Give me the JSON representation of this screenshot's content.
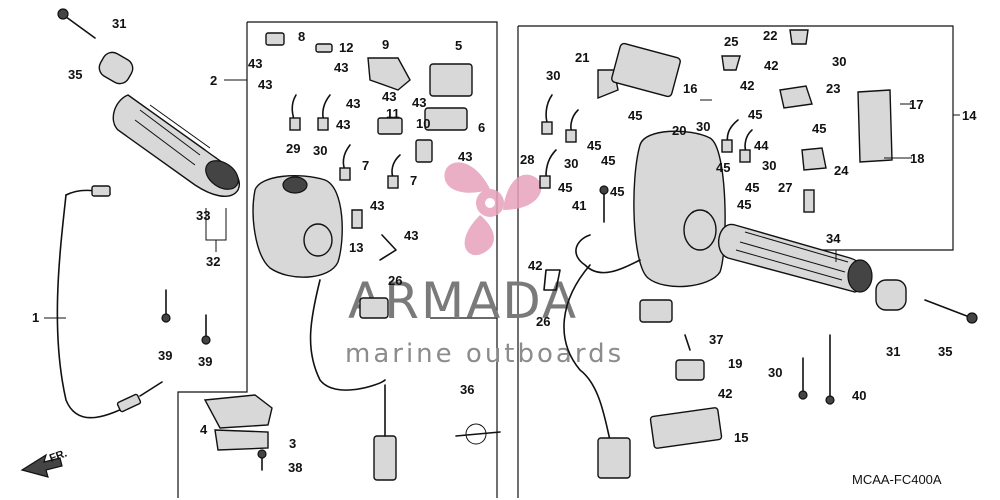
{
  "diagram": {
    "code": "MCAA-FC400A",
    "direction_mark": "FR.",
    "watermark": {
      "brand": "ARMADA",
      "tagline": "marine outboards",
      "logo_color": "#e7a1bc"
    },
    "labels": {
      "l1": "1",
      "l2": "2",
      "l3": "3",
      "l4": "4",
      "l5": "5",
      "l6": "6",
      "l7a": "7",
      "l7b": "7",
      "l8": "8",
      "l9": "9",
      "l10": "10",
      "l11": "11",
      "l12": "12",
      "l13": "13",
      "l14": "14",
      "l15": "15",
      "l16": "16",
      "l17": "17",
      "l18": "18",
      "l19": "19",
      "l20": "20",
      "l21": "21",
      "l22": "22",
      "l23": "23",
      "l24": "24",
      "l25": "25",
      "l26a": "26",
      "l26b": "26",
      "l27": "27",
      "l28": "28",
      "l29": "29",
      "l30a": "30",
      "l30b": "30",
      "l30c": "30",
      "l30d": "30",
      "l30e": "30",
      "l30f": "30",
      "l30g": "30",
      "l31a": "31",
      "l31b": "31",
      "l32": "32",
      "l33": "33",
      "l34": "34",
      "l35a": "35",
      "l35b": "35",
      "l36": "36",
      "l37": "37",
      "l38": "38",
      "l39a": "39",
      "l39b": "39",
      "l40": "40",
      "l41": "41",
      "l42a": "42",
      "l42b": "42",
      "l42c": "42",
      "l42d": "42",
      "l43a": "43",
      "l43b": "43",
      "l43c": "43",
      "l43d": "43",
      "l43e": "43",
      "l43f": "43",
      "l43g": "43",
      "l43h": "43",
      "l43i": "43",
      "l43j": "43",
      "l44": "44",
      "l45a": "45",
      "l45b": "45",
      "l45c": "45",
      "l45d": "45",
      "l45e": "45",
      "l45f": "45",
      "l45g": "45",
      "l45h": "45",
      "l45i": "45",
      "l45j": "45"
    }
  }
}
